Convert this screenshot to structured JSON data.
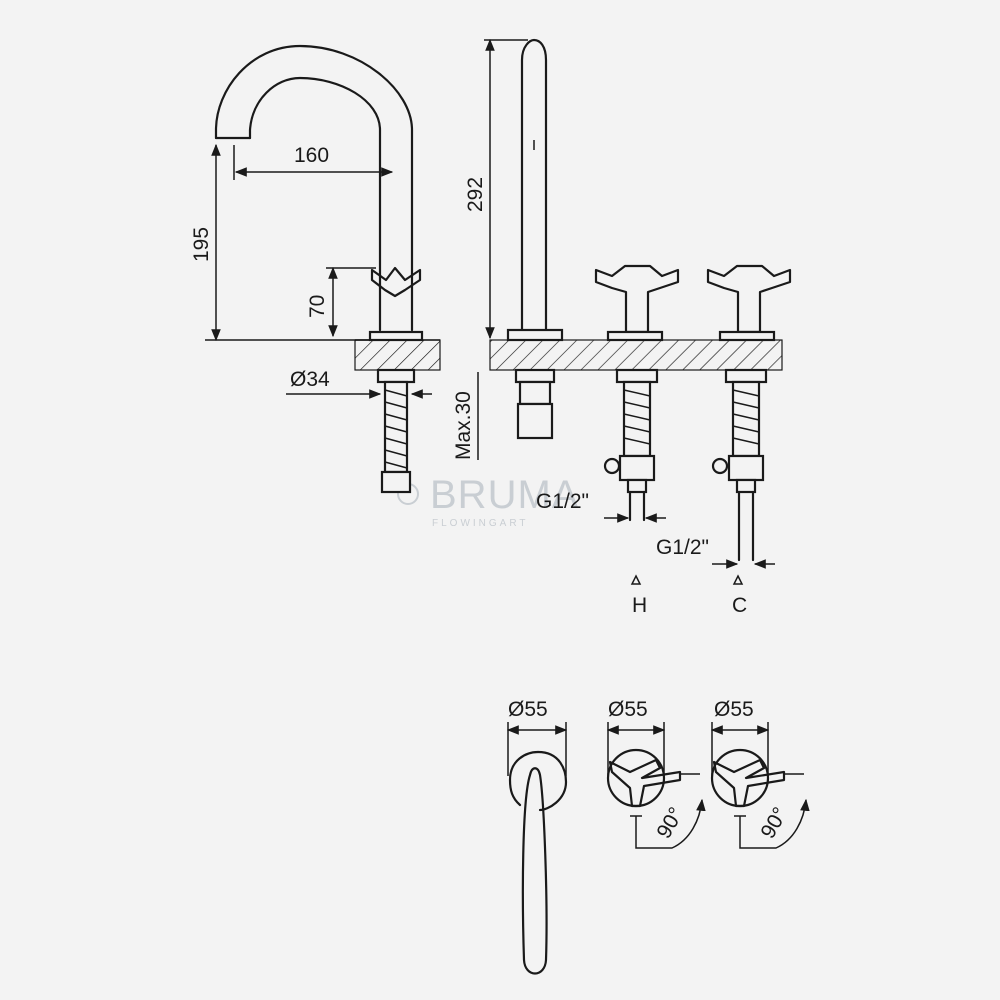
{
  "dimensions": {
    "spout_reach": "160",
    "spout_height": "195",
    "handle_height": "70",
    "body_diameter": "Ø34",
    "max_thickness": "Max.30",
    "handshower_length": "292",
    "connection_hot": "G1/2\"",
    "connection_cold": "G1/2\"",
    "top_diameter_1": "Ø55",
    "top_diameter_2": "Ø55",
    "top_diameter_3": "Ø55",
    "rotation_1": "90°",
    "rotation_2": "90°"
  },
  "labels": {
    "hot": "H",
    "cold": "C"
  },
  "watermark": {
    "brand": "BRUMA",
    "tagline": "FLOWINGART"
  },
  "colors": {
    "line": "#1a1a1a",
    "background": "#f3f3f3",
    "watermark": "#c9ced3"
  }
}
